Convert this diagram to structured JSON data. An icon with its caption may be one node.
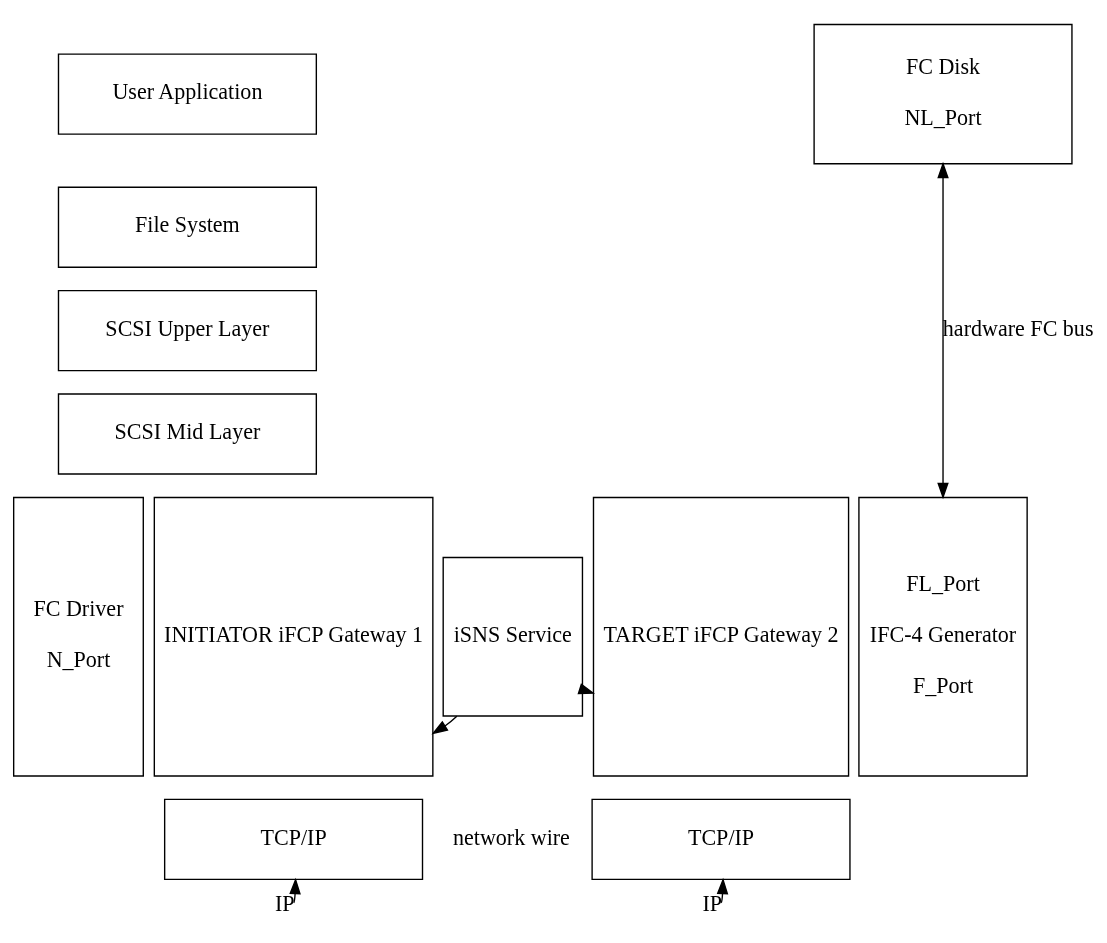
{
  "diagram": {
    "nodes": [
      {
        "text": [
          "User Application"
        ]
      },
      {
        "text": [
          "File System"
        ]
      },
      {
        "text": [
          "SCSI Upper Layer"
        ]
      },
      {
        "text": [
          "SCSI Mid Layer"
        ]
      },
      {
        "text": [
          "FC Driver",
          "N_Port"
        ]
      },
      {
        "text": [
          "INITIATOR iFCP Gateway 1"
        ]
      },
      {
        "text": [
          "TCP/IP"
        ]
      },
      {
        "text": [
          "iSNS Service"
        ]
      },
      {
        "text": [
          "TARGET iFCP Gateway 2"
        ]
      },
      {
        "text": [
          "FL_Port",
          "IFC-4 Generator",
          "F_Port"
        ]
      },
      {
        "text": [
          "TCP/IP"
        ]
      },
      {
        "text": [
          "FC Disk",
          "NL_Port"
        ]
      }
    ],
    "edges": [
      {
        "from": 7,
        "to": 5,
        "arrow": "to"
      },
      {
        "from": 7,
        "to": 8,
        "arrow": "to"
      },
      {
        "from": 11,
        "to": 9,
        "arrow": "both",
        "label": "hardware FC bus"
      },
      {
        "from": null,
        "to": 6,
        "arrow": "to",
        "label": "IP"
      },
      {
        "from": null,
        "to": 10,
        "arrow": "to",
        "label": "IP"
      }
    ],
    "labels": [
      "network wire"
    ]
  }
}
